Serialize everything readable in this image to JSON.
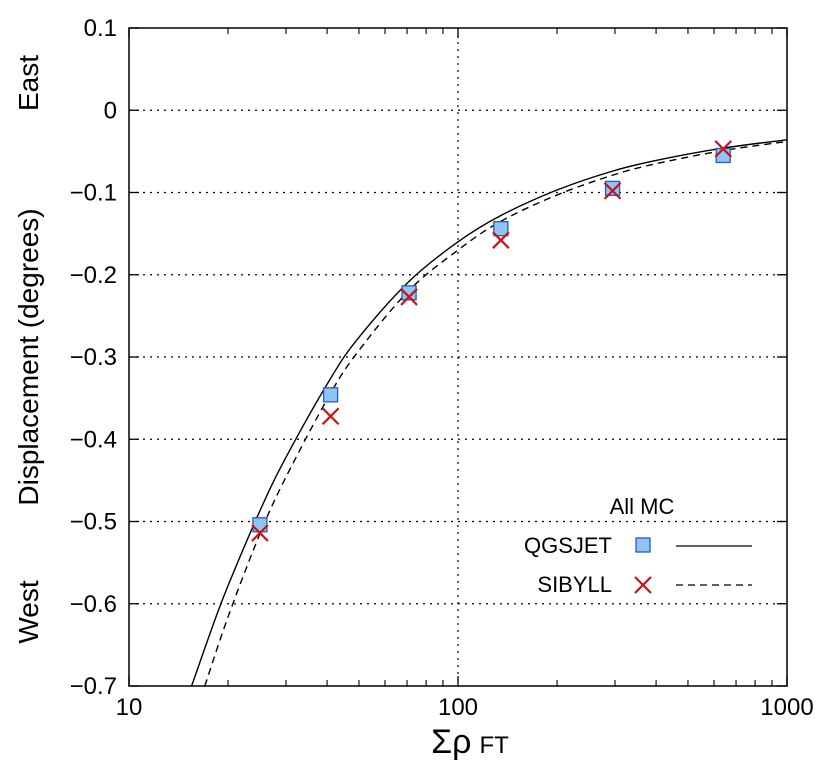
{
  "chart_data": {
    "type": "scatter",
    "xscale": "log",
    "xlim": [
      10,
      1000
    ],
    "ylim": [
      -0.7,
      0.1
    ],
    "grid": true,
    "xlabel": {
      "symbol": "Σρ",
      "subscript": "FT"
    },
    "ylabel": "Displacement (degrees)",
    "side_labels": {
      "top": "East",
      "bottom": "West"
    },
    "x_ticks": [
      {
        "value": 10,
        "label": "10"
      },
      {
        "value": 100,
        "label": "100"
      },
      {
        "value": 1000,
        "label": "1000"
      }
    ],
    "y_ticks": [
      {
        "value": 0.1,
        "label": "0.1"
      },
      {
        "value": 0,
        "label": "0"
      },
      {
        "value": -0.1,
        "label": "−0.1"
      },
      {
        "value": -0.2,
        "label": "−0.2"
      },
      {
        "value": -0.3,
        "label": "−0.3"
      },
      {
        "value": -0.4,
        "label": "−0.4"
      },
      {
        "value": -0.5,
        "label": "−0.5"
      },
      {
        "value": -0.6,
        "label": "−0.6"
      },
      {
        "value": -0.7,
        "label": "−0.7"
      }
    ],
    "legend": {
      "title": "All MC",
      "placement": "bottom-right"
    },
    "series": [
      {
        "name": "QGSJET",
        "marker": "square",
        "color": "#8ec5f2",
        "edge_color": "#1f5fbf",
        "line_style": "solid",
        "x": [
          25,
          41,
          71,
          135,
          295,
          640
        ],
        "y": [
          -0.504,
          -0.346,
          -0.222,
          -0.144,
          -0.095,
          -0.055
        ],
        "fit": {
          "x": [
            15.5,
            18,
            20,
            25,
            30,
            41,
            50,
            71,
            100,
            135,
            200,
            295,
            400,
            640,
            1000
          ],
          "y": [
            -0.7,
            -0.626,
            -0.578,
            -0.487,
            -0.422,
            -0.326,
            -0.276,
            -0.208,
            -0.16,
            -0.128,
            -0.097,
            -0.074,
            -0.061,
            -0.046,
            -0.036
          ]
        }
      },
      {
        "name": "SIBYLL",
        "marker": "x",
        "color": "#cc1111",
        "line_style": "dashed",
        "x": [
          25,
          41,
          71,
          135,
          295,
          640
        ],
        "y": [
          -0.514,
          -0.372,
          -0.227,
          -0.158,
          -0.098,
          -0.047
        ],
        "fit": {
          "x": [
            17,
            20,
            25,
            30,
            41,
            50,
            71,
            100,
            135,
            200,
            295,
            400,
            640,
            1000
          ],
          "y": [
            -0.7,
            -0.616,
            -0.515,
            -0.446,
            -0.344,
            -0.292,
            -0.219,
            -0.17,
            -0.135,
            -0.103,
            -0.079,
            -0.065,
            -0.049,
            -0.038
          ]
        }
      }
    ]
  }
}
